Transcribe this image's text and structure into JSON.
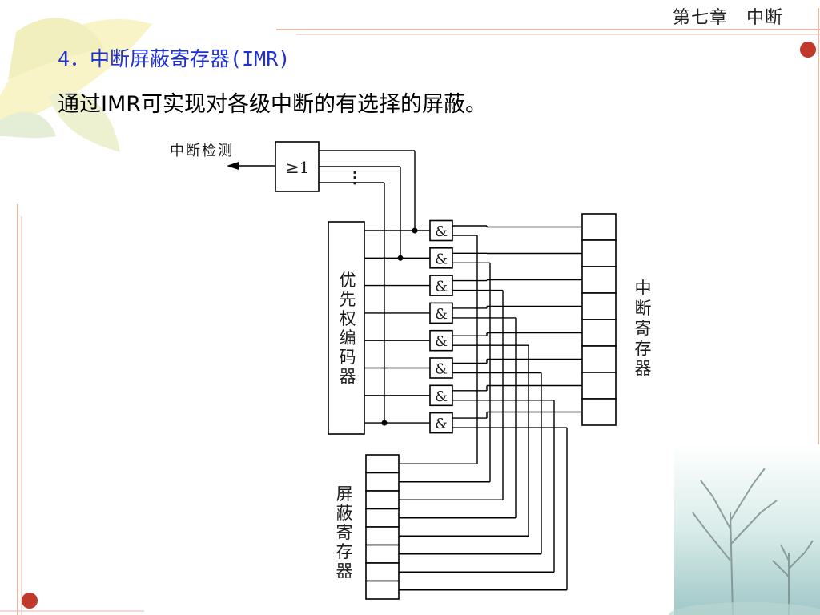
{
  "slide": {
    "header_title": "第七章　中断",
    "heading": "4．中断屏蔽寄存器(IMR)",
    "body_text": "通过IMR可实现对各级中断的有选择的屏蔽。"
  },
  "diagram": {
    "interrupt_detect_label": "中断检测",
    "or_gate_label": "≥1",
    "ellipsis": "⋮",
    "priority_encoder_label": "优先权编码器",
    "interrupt_register_label": "中断寄存器",
    "mask_register_label": "屏蔽寄存器",
    "and_gate_label": "&",
    "and_gate_count": 8,
    "interrupt_register_cells": 8,
    "mask_register_cells": 8
  },
  "colors": {
    "heading": "#1f2fd0",
    "accent_dot": "#c0392b",
    "frame_line": "#e6b8a8",
    "wire": "#000000"
  }
}
